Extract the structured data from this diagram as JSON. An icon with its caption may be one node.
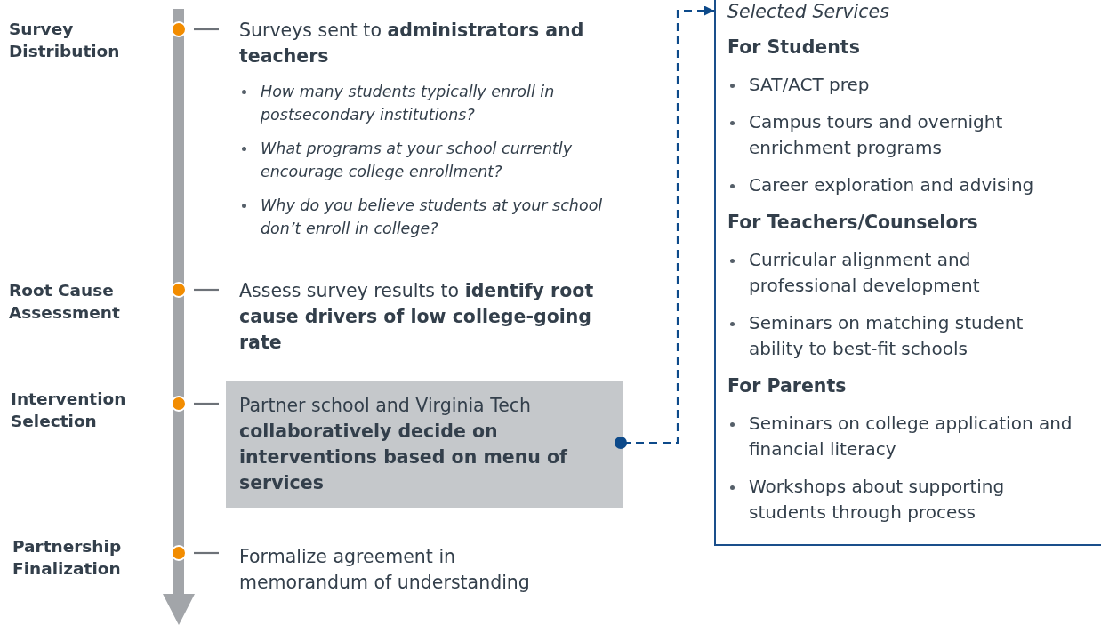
{
  "diagram": {
    "nodes": [
      {
        "text": [],
        "shape": "circle"
      },
      {
        "text": [
          "Surveys sent to **administrators and teachers**",
          "How many students typically enroll in postsecondary institutions?",
          "What programs at your school currently encourage college enrollment?",
          "Why do you believe students at your school don’t enroll in college?"
        ]
      },
      {
        "text": [],
        "shape": "circle"
      },
      {
        "text": [
          "Assess survey results to **identify root cause drivers of low college-going rate**"
        ]
      },
      {
        "text": [],
        "shape": "circle"
      },
      {
        "text": [
          "Partner school and Virginia Tech **collaboratively decide on interventions based on menu of services**"
        ]
      },
      {
        "text": [],
        "shape": "circle"
      },
      {
        "text": [
          "Formalize agreement in memorandum of understanding"
        ]
      },
      {
        "text": [
          "Selected Services",
          "For Students",
          "SAT/ACT prep",
          "Campus tours and overnight enrichment programs",
          "Career exploration and advising",
          "For Teachers/Counselors",
          "Curricular alignment and professional development",
          "Seminars on matching student ability to best-fit schools",
          "For Parents",
          "Seminars on college application and financial literacy",
          "Workshops about supporting students through process"
        ]
      }
    ],
    "edges": [
      {
        "from": 0,
        "to": 1,
        "arrow": "none"
      },
      {
        "from": 2,
        "to": 3,
        "arrow": "none"
      },
      {
        "from": 4,
        "to": 5,
        "arrow": "none"
      },
      {
        "from": 6,
        "to": 7,
        "arrow": "none"
      },
      {
        "from": 5,
        "to": 8,
        "arrow": "to",
        "style": "dashed",
        "color": "#0d4a8a"
      }
    ],
    "labels": [
      "Survey Distribution",
      "Root Cause Assessment",
      "Intervention Selection",
      "Partnership Finalization"
    ]
  }
}
